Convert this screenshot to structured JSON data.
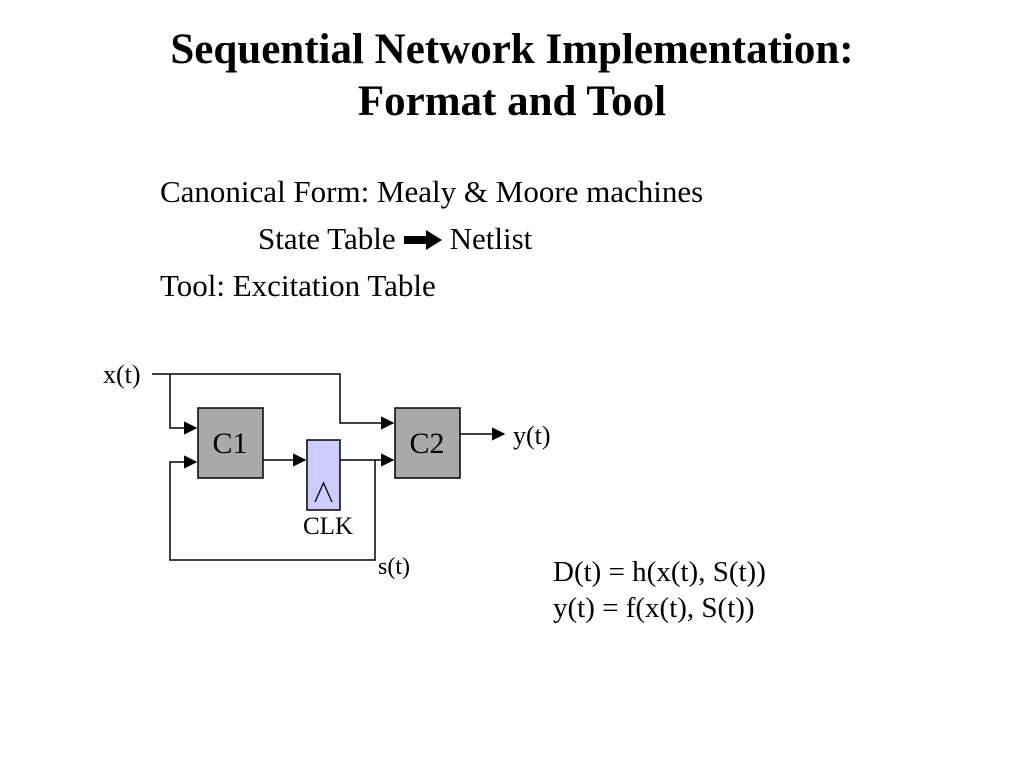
{
  "title": {
    "line1": "Sequential Network Implementation:",
    "line2": "Format and Tool"
  },
  "body": {
    "line1": "Canonical Form: Mealy & Moore machines",
    "line2_pre": "State Table",
    "line2_post": "Netlist",
    "line3": "Tool: Excitation Table"
  },
  "diagram": {
    "labels": {
      "x_input": "x(t)",
      "block_c1": "C1",
      "block_c2": "C2",
      "clock": "CLK",
      "state": "s(t)",
      "output": "y(t)"
    },
    "equations": {
      "line1": "D(t) = h(x(t), S(t))",
      "line2": "y(t) = f(x(t), S(t))"
    },
    "colors": {
      "block_fill": "#a9a9a9",
      "flipflop_fill": "#ccccff",
      "wire": "#000000"
    }
  }
}
